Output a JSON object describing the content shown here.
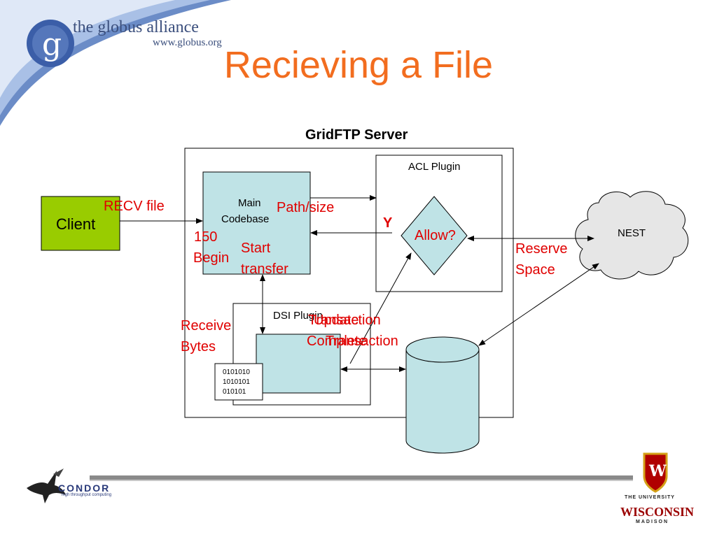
{
  "header": {
    "logo_name": "the globus alliance",
    "logo_url": "www.globus.org",
    "title": "Recieving a File"
  },
  "diagram": {
    "server_title": "GridFTP Server",
    "nodes": {
      "client": "Client",
      "main_line1": "Main",
      "main_line2": "Codebase",
      "acl_plugin": "ACL Plugin",
      "allow": "Allow?",
      "dsi_plugin": "DSI Plugin",
      "nest": "NEST",
      "binary": [
        "0101010",
        "1010101",
        "010101"
      ]
    },
    "labels": {
      "recv_file": "RECV file",
      "path_size": "Path/size",
      "y": "Y",
      "code_150": "150",
      "begin": "Begin",
      "start": "Start",
      "transfer": "transfer",
      "receive": "Receive",
      "bytes": "Bytes",
      "reserve": "Reserve",
      "space": "Space",
      "overlap_a1": "Transaction",
      "overlap_a2": "Complete",
      "overlap_b1": "Update",
      "overlap_b2": "Transaction"
    },
    "colors": {
      "title_orange": "#f26d1f",
      "client_green": "#99cc00",
      "box_blue": "#bfe3e6",
      "label_red": "#e00000"
    }
  },
  "footer": {
    "condor_name": "CONDOR",
    "condor_tagline": "high throughput computing",
    "uw_line1": "THE UNIVERSITY",
    "uw_line2": "WISCONSIN",
    "uw_line3": "MADISON"
  }
}
